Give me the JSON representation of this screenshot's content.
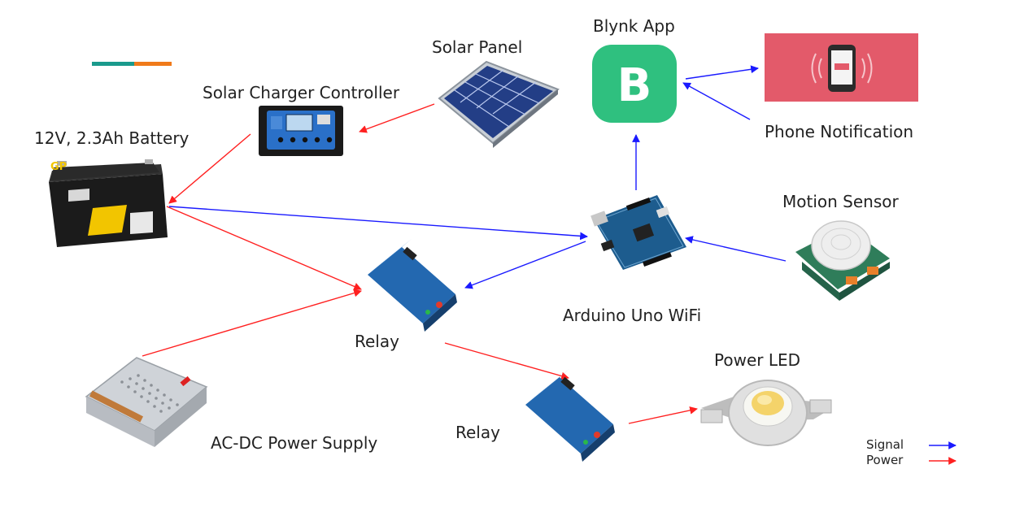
{
  "labels": {
    "solar_panel": "Solar Panel",
    "blynk_app": "Blynk App",
    "solar_charger": "Solar Charger Controller",
    "battery": "12V, 2.3Ah Battery",
    "phone_notification": "Phone Notification",
    "motion_sensor": "Motion Sensor",
    "arduino": "Arduino Uno WiFi",
    "relay_1": "Relay",
    "relay_2": "Relay",
    "power_led": "Power LED",
    "power_supply": "AC-DC Power Supply"
  },
  "device_text": {
    "battery_brand": "GP",
    "blynk_logo": "B"
  },
  "legend": {
    "signal": "Signal",
    "power": "Power"
  },
  "colors": {
    "signal": "#1a1aff",
    "power": "#ff2020",
    "blynk_green": "#2fc07f",
    "notification_bg": "#e35a6a",
    "accent_teal": "#1a9a8c",
    "accent_orange": "#f07a1a"
  },
  "connections": [
    {
      "from": "solar_panel",
      "to": "solar_charger",
      "type": "power"
    },
    {
      "from": "solar_charger",
      "to": "battery",
      "type": "power"
    },
    {
      "from": "battery",
      "to": "relay_1",
      "type": "power"
    },
    {
      "from": "power_supply",
      "to": "relay_1",
      "type": "power"
    },
    {
      "from": "relay_1",
      "to": "relay_2",
      "type": "power"
    },
    {
      "from": "relay_2",
      "to": "power_led",
      "type": "power"
    },
    {
      "from": "battery",
      "to": "arduino",
      "type": "signal"
    },
    {
      "from": "arduino",
      "to": "relay_1",
      "type": "signal"
    },
    {
      "from": "motion_sensor",
      "to": "arduino",
      "type": "signal"
    },
    {
      "from": "arduino",
      "to": "blynk_app",
      "type": "signal"
    },
    {
      "from": "blynk_app",
      "to": "phone_notification",
      "type": "signal"
    },
    {
      "from": "phone_notification",
      "to": "blynk_app",
      "type": "signal"
    }
  ]
}
